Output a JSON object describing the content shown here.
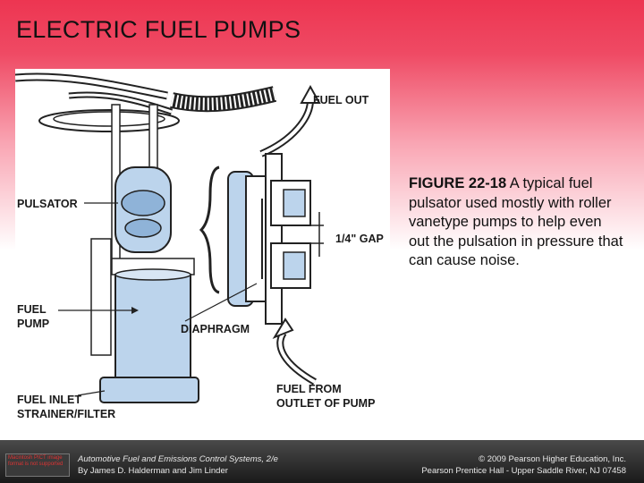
{
  "slide": {
    "title": "ELECTRIC FUEL PUMPS"
  },
  "figure": {
    "labels": {
      "fuel_out": "FUEL OUT",
      "pulsator": "PULSATOR",
      "gap": "1/4\" GAP",
      "fuel_pump_line1": "FUEL",
      "fuel_pump_line2": "PUMP",
      "diaphragm": "DIAPHRAGM",
      "fuel_from_line1": "FUEL FROM",
      "fuel_from_line2": "OUTLET OF PUMP",
      "inlet_line1": "FUEL INLET",
      "inlet_line2": "STRAINER/FILTER"
    },
    "colors": {
      "pump_blue": "#bcd4ec",
      "line": "#222222"
    }
  },
  "caption": {
    "figure_number": "FIGURE 22-18",
    "text": " A typical fuel pulsator used mostly with roller vanetype pumps to help even out the pulsation in pressure that can cause noise."
  },
  "footer": {
    "badge_text": "Macintosh PICT image format is not supported",
    "book_title": "Automotive Fuel and Emissions Control Systems, 2/e",
    "authors": "By James D. Halderman and Jim Linder",
    "copyright": "© 2009 Pearson Higher Education, Inc.",
    "publisher": "Pearson Prentice Hall - Upper Saddle River, NJ 07458"
  }
}
